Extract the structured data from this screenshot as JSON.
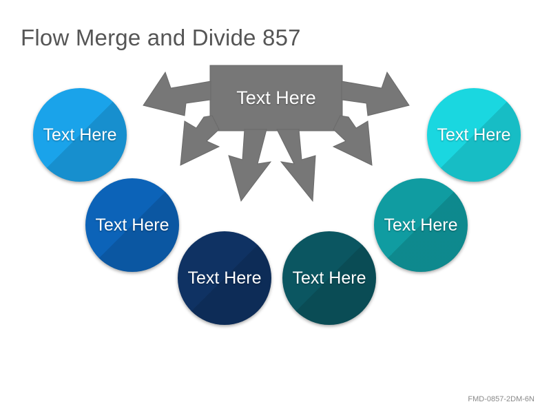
{
  "title": "Flow Merge and Divide 857",
  "hub": {
    "label": "Text Here",
    "color": "#777777"
  },
  "circles": [
    {
      "label": "Text Here",
      "color": "#1aa3ea"
    },
    {
      "label": "Text Here",
      "color": "#0c63b8"
    },
    {
      "label": "Text Here",
      "color": "#0f3263"
    },
    {
      "label": "Text Here",
      "color": "#0b5661"
    },
    {
      "label": "Text Here",
      "color": "#109ca1"
    },
    {
      "label": "Text Here",
      "color": "#1ad7e0"
    }
  ],
  "footer": "FMD-0857-2DM-6N"
}
